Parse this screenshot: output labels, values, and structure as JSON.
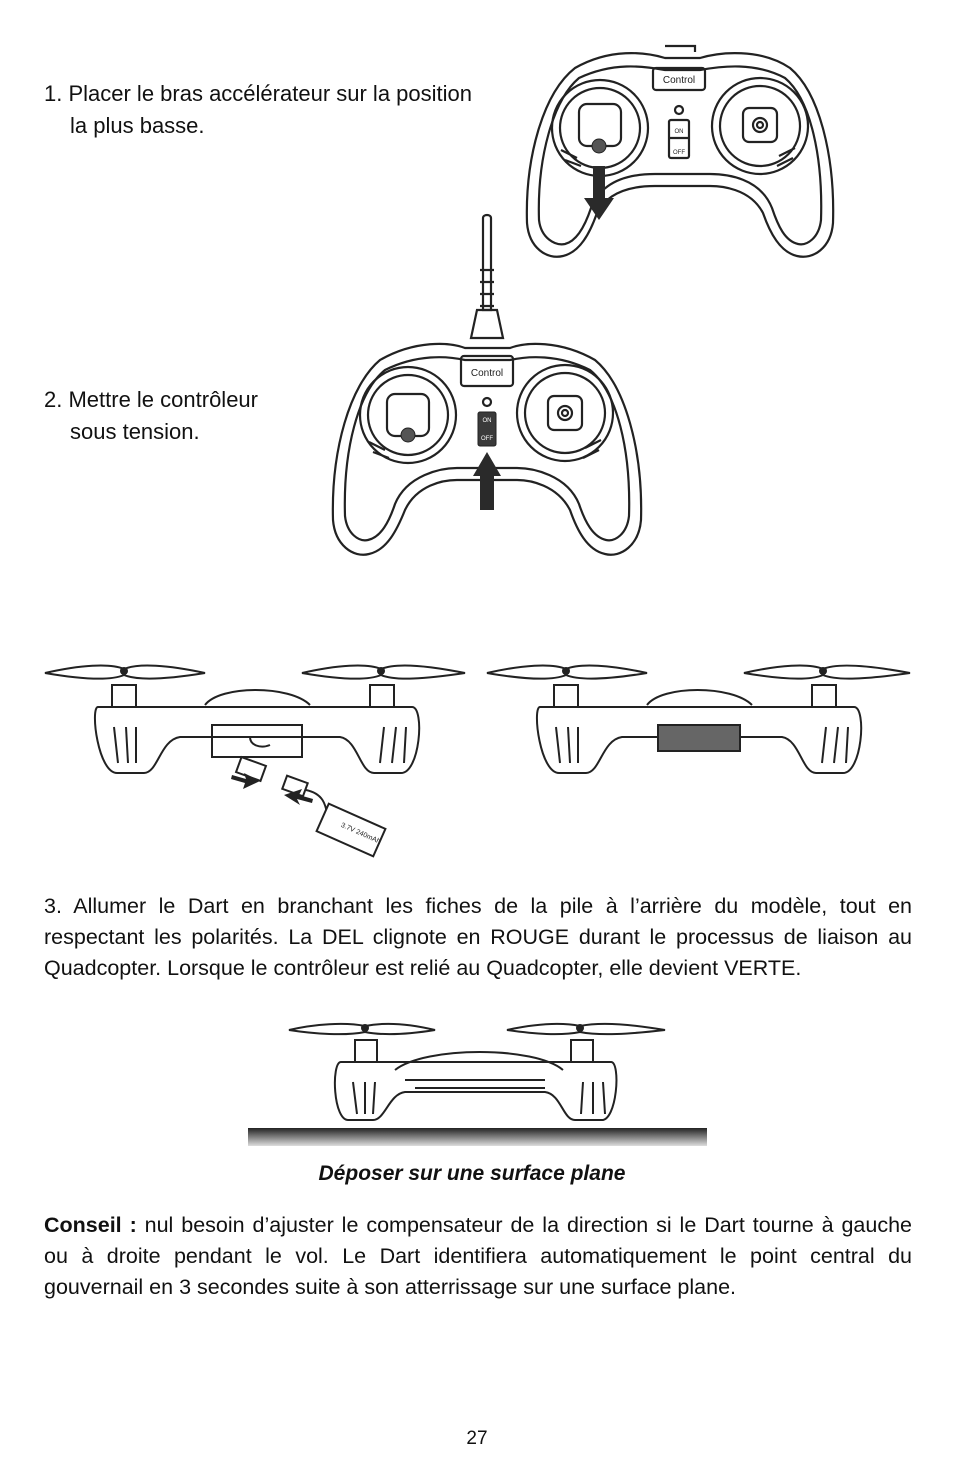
{
  "steps": {
    "step1": {
      "line1": "1. Placer le bras accélérateur sur la position",
      "line2": "la plus basse."
    },
    "step2": {
      "line1": "2. Mettre le contrôleur",
      "line2": "sous tension."
    },
    "step3": "3. Allumer le Dart en branchant les fiches de la pile à l’arrière du modèle, tout en respectant les polarités. La DEL clignote en ROUGE durant le processus de liaison au Quadcopter. Lorsque le contrôleur est relié au Quadcopter, elle devient VERTE."
  },
  "controller": {
    "brand": "Control",
    "switch_on": "ON",
    "switch_off": "OFF"
  },
  "battery": {
    "label": "3.7V 240mAh"
  },
  "caption": "Déposer sur une surface plane",
  "tip": {
    "label": "Conseil :",
    "text": " nul besoin d’ajuster le compensateur de la direction si le Dart tourne à gauche ou à droite pendant le vol. Le Dart identifiera automatiquement le point central du gouvernail en 3 secondes suite à son atterrissage sur une surface plane."
  },
  "page_number": "27"
}
